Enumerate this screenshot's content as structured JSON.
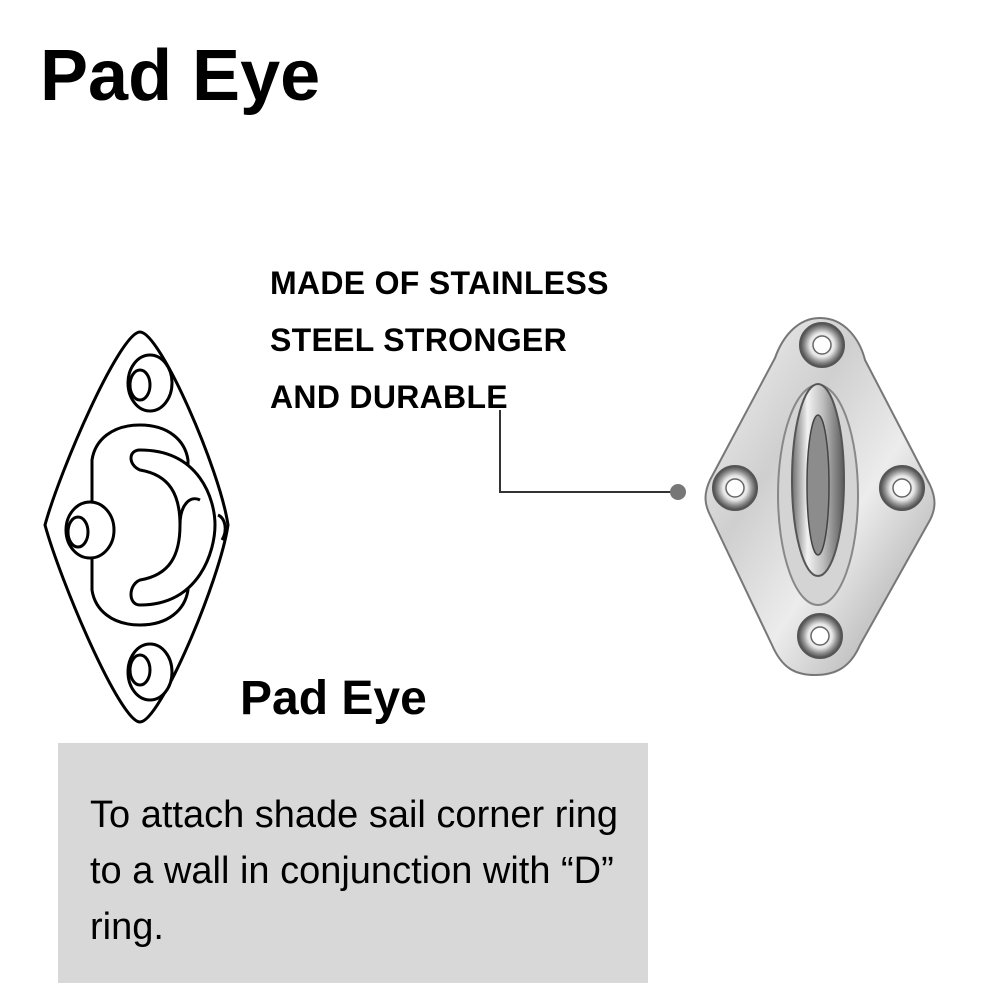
{
  "header": {
    "title": "Pad Eye"
  },
  "callout": {
    "lines": [
      "MADE OF STAINLESS",
      "STEEL STRONGER",
      "AND DURABLE"
    ]
  },
  "product": {
    "name": "Pad Eye"
  },
  "description": {
    "text": "To attach shade sail corner ring to a wall in conjunction with “D” ring."
  },
  "colors": {
    "description_bg": "#d8d8d8",
    "callout_line": "#333333",
    "callout_dot": "#777777"
  }
}
